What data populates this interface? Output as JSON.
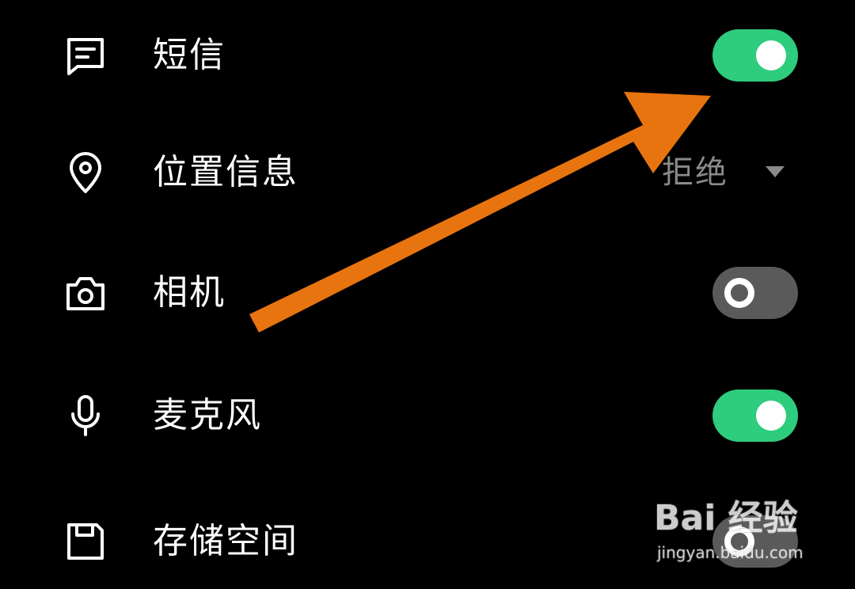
{
  "permissions": [
    {
      "label": "短信",
      "icon": "message-icon",
      "control": "toggle",
      "state": "on"
    },
    {
      "label": "位置信息",
      "icon": "location-pin-icon",
      "control": "select",
      "value": "拒绝"
    },
    {
      "label": "相机",
      "icon": "camera-icon",
      "control": "toggle",
      "state": "off"
    },
    {
      "label": "麦克风",
      "icon": "microphone-icon",
      "control": "toggle",
      "state": "on"
    },
    {
      "label": "存储空间",
      "icon": "floppy-disk-icon",
      "control": "toggle",
      "state": "off"
    }
  ],
  "colors": {
    "background": "#000000",
    "toggle_on": "#2ecc7d",
    "toggle_off": "#5a5a5a",
    "annotation_arrow": "#e8740f",
    "secondary_text": "#8a8a8a"
  },
  "watermark": {
    "brand": "Bai 经验",
    "site": "jingyan.baidu.com"
  }
}
